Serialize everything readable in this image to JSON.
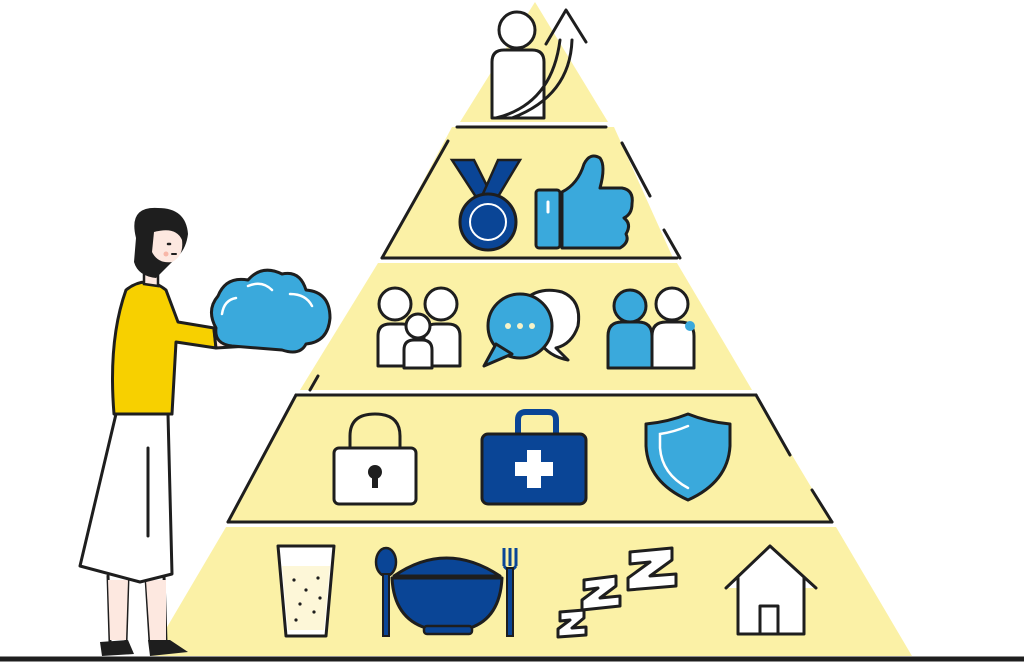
{
  "colors": {
    "pyramid_fill": "#fbf1a6",
    "light_blue": "#3aa9dc",
    "dark_blue": "#0a4596",
    "yellow": "#f7d000",
    "outline": "#1e1e1e",
    "skin": "#fde8e0"
  },
  "levels": [
    {
      "name": "self-actualization",
      "icons": [
        "person-growth-arrow-icon"
      ]
    },
    {
      "name": "esteem",
      "icons": [
        "medal-icon",
        "thumbs-up-icon"
      ]
    },
    {
      "name": "love-belonging",
      "icons": [
        "family-icon",
        "chat-bubbles-icon",
        "friends-icon"
      ]
    },
    {
      "name": "safety",
      "icons": [
        "padlock-icon",
        "first-aid-kit-icon",
        "shield-icon"
      ]
    },
    {
      "name": "physiological",
      "icons": [
        "water-glass-icon",
        "meal-bowl-icon",
        "sleep-zzz-icon",
        "house-icon"
      ]
    }
  ],
  "figure": {
    "name": "woman-holding-cloud",
    "icons": [
      "cloud-icon"
    ]
  }
}
